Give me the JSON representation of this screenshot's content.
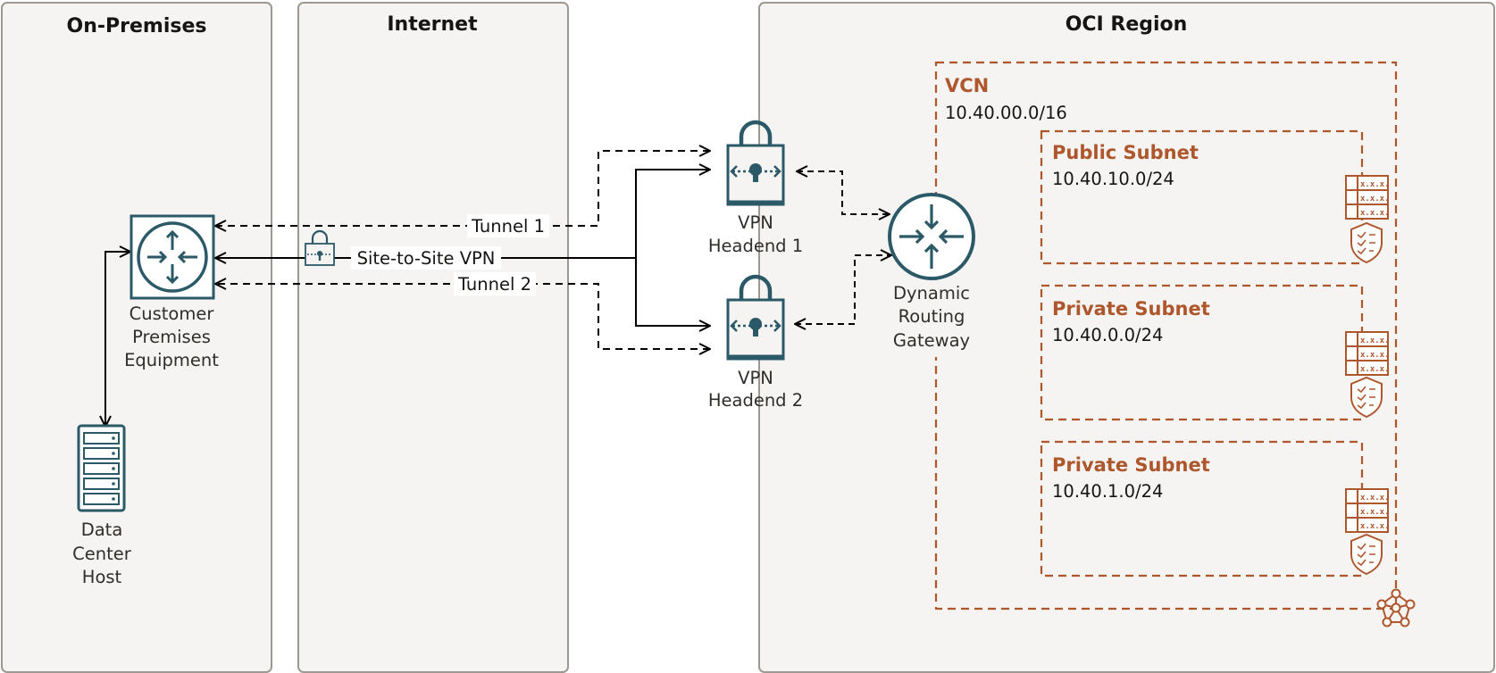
{
  "zones": {
    "on_premises": "On-Premises",
    "internet": "Internet",
    "oci_region": "OCI Region"
  },
  "vcn": {
    "title": "VCN",
    "cidr": "10.40.00.0/16"
  },
  "subnets": [
    {
      "title": "Public Subnet",
      "cidr": "10.40.10.0/24"
    },
    {
      "title": "Private Subnet",
      "cidr": "10.40.0.0/24"
    },
    {
      "title": "Private Subnet",
      "cidr": "10.40.1.0/24"
    }
  ],
  "nodes": {
    "cpe": [
      "Customer",
      "Premises",
      "Equipment"
    ],
    "host": [
      "Data",
      "Center",
      "Host"
    ],
    "headend1": [
      "VPN",
      "Headend 1"
    ],
    "headend2": [
      "VPN",
      "Headend 2"
    ],
    "drg": [
      "Dynamic",
      "Routing",
      "Gateway"
    ]
  },
  "connections": {
    "tunnel1": "Tunnel 1",
    "tunnel2": "Tunnel 2",
    "site_to_site": "Site-to-Site VPN"
  },
  "route_table_entries": [
    "x.x.x.",
    "x.x.x.",
    "x.x.x."
  ],
  "colors": {
    "teal": "#2c5967",
    "orange": "#ae562c",
    "zone_fill": "#f5f4f2",
    "zone_stroke": "#9e9892"
  }
}
